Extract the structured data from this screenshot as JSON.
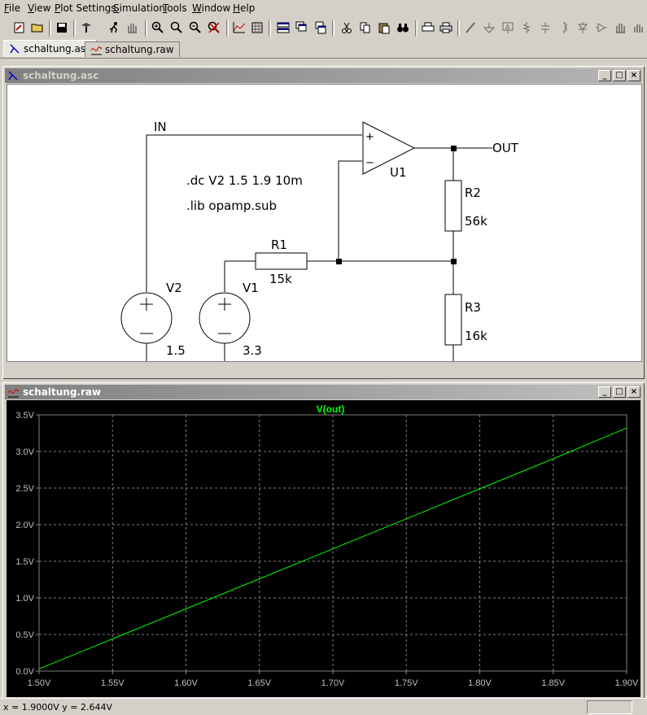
{
  "menubar": {
    "items": [
      {
        "key": "F",
        "rest": "ile"
      },
      {
        "key": "V",
        "rest": "iew"
      },
      {
        "key": "P",
        "rest": "lot Settings"
      },
      {
        "key": "S",
        "rest": "imulation"
      },
      {
        "key": "T",
        "rest": "ools"
      },
      {
        "key": "W",
        "rest": "indow"
      },
      {
        "key": "H",
        "rest": "elp"
      }
    ]
  },
  "tabs": [
    {
      "label": "schaltung.asc"
    },
    {
      "label": "schaltung.raw"
    }
  ],
  "schematic_window": {
    "title": "schaltung.asc",
    "labels": {
      "in": "IN",
      "out": "OUT",
      "u1": "U1",
      "directive1": ".dc V2 1.5 1.9 10m",
      "directive2": ".lib opamp.sub",
      "r1": "R1",
      "r1_val": "15k",
      "r2": "R2",
      "r2_val": "56k",
      "r3": "R3",
      "r3_val": "16k",
      "v1": "V1",
      "v1_val": "3.3",
      "v2": "V2",
      "v2_val": "1.5",
      "plus": "+",
      "minus": "−"
    }
  },
  "plot_window": {
    "title": "schaltung.raw"
  },
  "chart_data": {
    "type": "line",
    "title": "V(out)",
    "xlabel": "",
    "ylabel": "",
    "xlim": [
      1.5,
      1.9
    ],
    "ylim": [
      0,
      3.5
    ],
    "x_ticks": [
      "1.50V",
      "1.55V",
      "1.60V",
      "1.65V",
      "1.70V",
      "1.75V",
      "1.80V",
      "1.85V",
      "1.90V"
    ],
    "y_ticks": [
      "3.5V",
      "3.0V",
      "2.5V",
      "2.0V",
      "1.5V",
      "1.0V",
      "0.5V",
      "0.0V"
    ],
    "grid": true,
    "series": [
      {
        "name": "V(out)",
        "color": "#00ff00",
        "x": [
          1.5,
          1.55,
          1.6,
          1.65,
          1.7,
          1.75,
          1.8,
          1.85,
          1.9
        ],
        "y": [
          0.03,
          0.44,
          0.85,
          1.26,
          1.67,
          2.08,
          2.49,
          2.9,
          3.32
        ]
      }
    ]
  },
  "status": {
    "text": "x = 1.9000V    y = 2.644V"
  }
}
